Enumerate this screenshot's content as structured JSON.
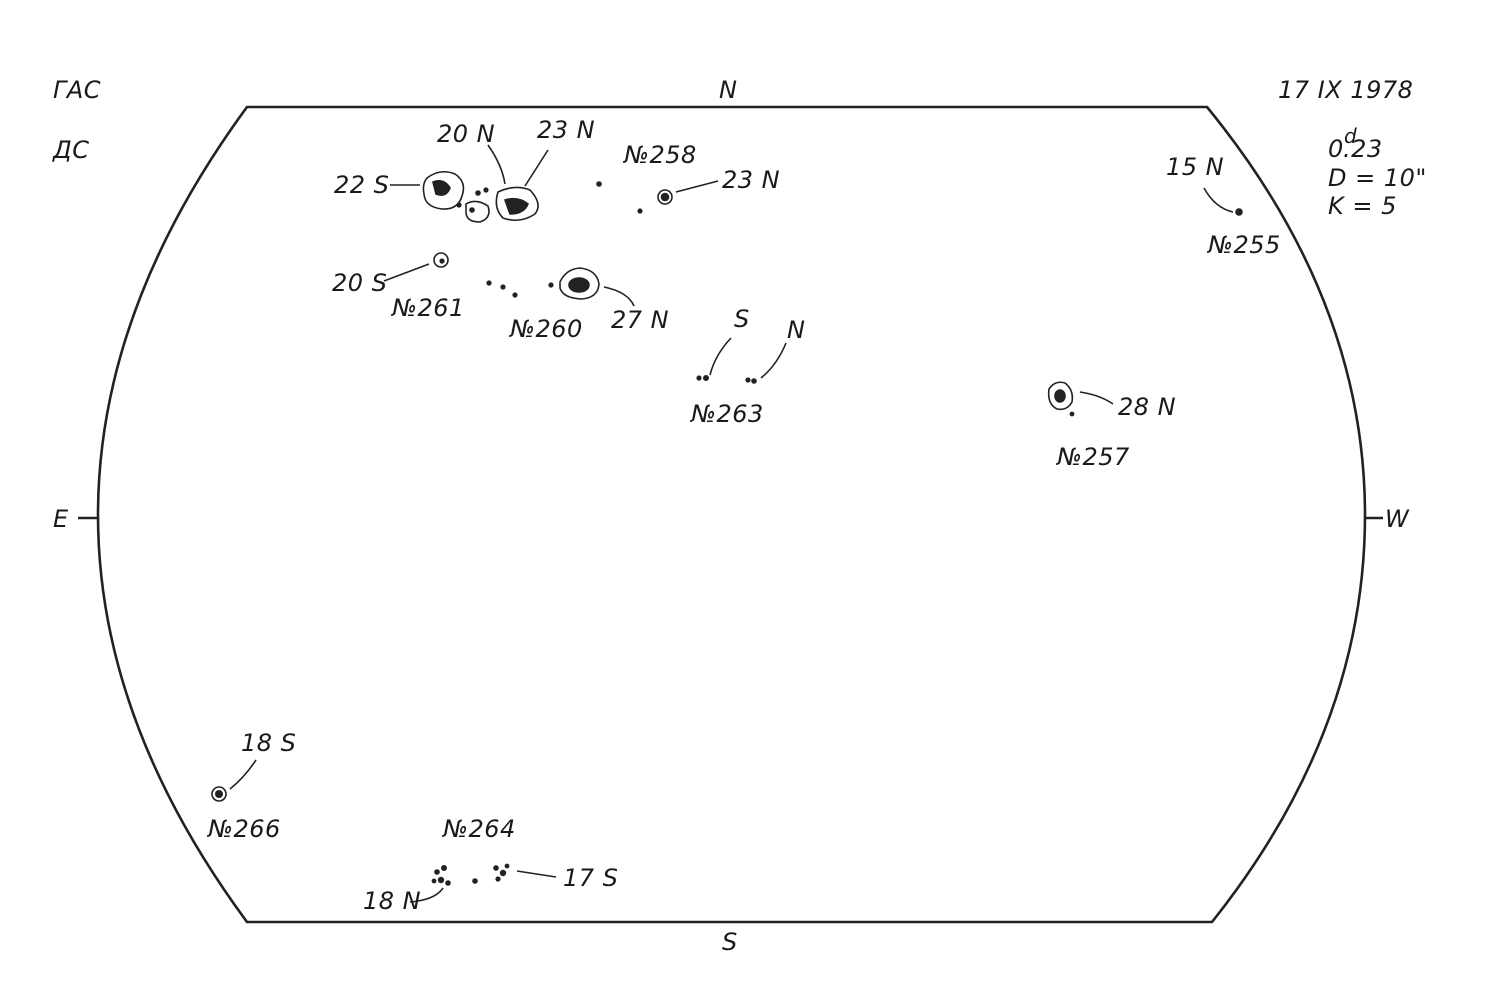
{
  "header": {
    "observatory": "ГАС",
    "code": "ДС",
    "date": "17 IX 1978",
    "time_frac": ".23",
    "time_zero": "0",
    "time_sup": "d",
    "aperture": "D = 10\"",
    "k_index": "K = 5"
  },
  "directions": {
    "north": "N",
    "south": "S",
    "east": "E",
    "west": "W"
  },
  "regions": [
    {
      "id": "No258",
      "label": "№258",
      "lat": "23 N"
    },
    {
      "id": "No255",
      "label": "№255",
      "lat": "15 N"
    },
    {
      "id": "No261",
      "label": "№261",
      "lat": "20 S"
    },
    {
      "id": "No260",
      "label": "№260",
      "lat": "27 N"
    },
    {
      "id": "No263",
      "label": "№263",
      "lat_s": "S",
      "lat_n": "N"
    },
    {
      "id": "No257",
      "label": "№257",
      "lat": "28 N"
    },
    {
      "id": "No266",
      "label": "№266",
      "lat": "18 S"
    },
    {
      "id": "No264",
      "label": "№264",
      "lat_a": "17 S",
      "lat_b": "18 N"
    }
  ],
  "group_top": {
    "lat_a": "20 N",
    "lat_b": "23 N",
    "lat_c": "22 S"
  }
}
